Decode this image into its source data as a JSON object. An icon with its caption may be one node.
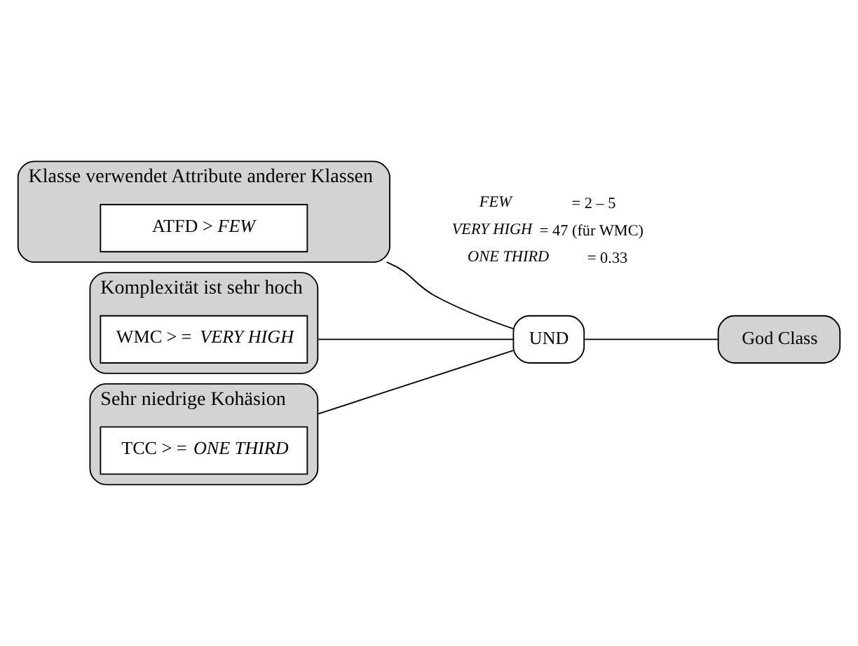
{
  "diagram": {
    "nodes": [
      {
        "text": [
          "Klasse verwendet Attribute anderer Klassen"
        ]
      },
      {
        "text": [
          "ATFD > *FEW*"
        ],
        "in": 0
      },
      {
        "text": [
          "Komplexität ist sehr hoch"
        ]
      },
      {
        "text": [
          "WMC > = *VERY HIGH*"
        ],
        "in": 2
      },
      {
        "text": [
          "Sehr niedrige Kohäsion"
        ]
      },
      {
        "text": [
          "TCC > = *ONE THIRD*"
        ],
        "in": 4
      },
      {
        "text": [
          "UND"
        ]
      },
      {
        "text": [
          "God Class"
        ]
      }
    ],
    "edges": [
      {
        "from": 0,
        "to": 6,
        "arrow": "none"
      },
      {
        "from": 2,
        "to": 6,
        "arrow": "none"
      },
      {
        "from": 4,
        "to": 6,
        "arrow": "none"
      },
      {
        "from": 6,
        "to": 7,
        "arrow": "none"
      }
    ],
    "labels": [
      "*FEW* = 2 – 5",
      "*VERY HIGH* = 47 (für WMC)",
      "*ONE THIRD* = 0.33"
    ]
  }
}
